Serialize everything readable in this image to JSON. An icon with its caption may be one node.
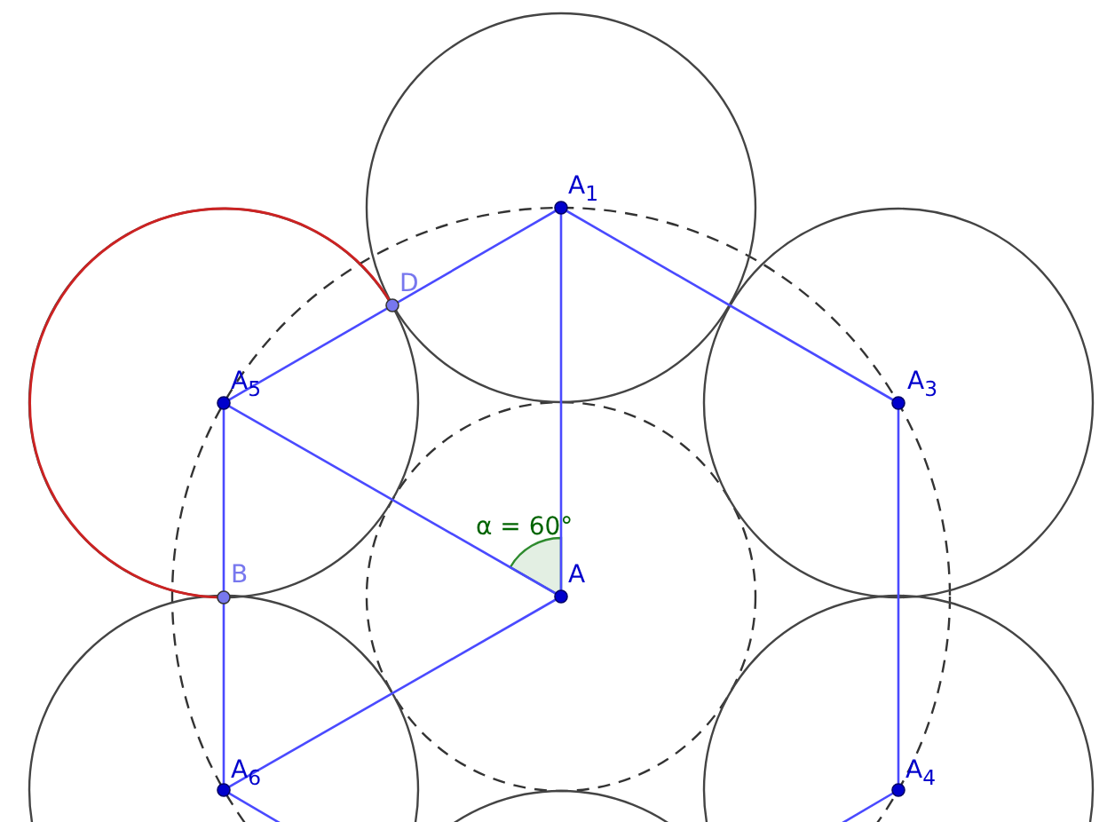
{
  "diagram": {
    "labels": [
      "A$_{1}$",
      "D",
      "A$_{5}$",
      "A$_{3}$",
      "α = 60°",
      "B",
      "A",
      "A$_{6}$",
      "A$_{4}$"
    ]
  }
}
